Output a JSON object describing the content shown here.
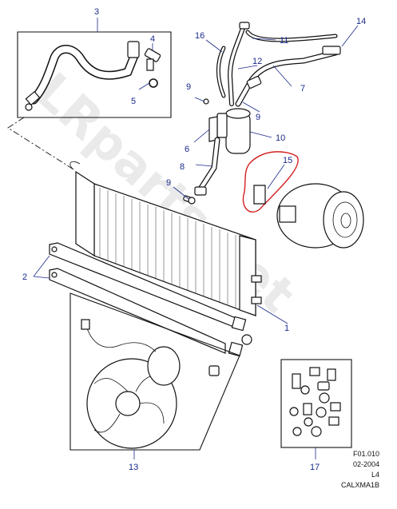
{
  "watermark": "LRparts.net",
  "callouts": {
    "c1": "1",
    "c2": "2",
    "c3": "3",
    "c4": "4",
    "c5": "5",
    "c6": "6",
    "c7": "7",
    "c8": "8",
    "c9a": "9",
    "c9b": "9",
    "c9c": "9",
    "c10": "10",
    "c11": "11",
    "c12": "12",
    "c13": "13",
    "c14": "14",
    "c15": "15",
    "c16": "16",
    "c17": "17"
  },
  "reference": {
    "line1": "F01.010",
    "line2": "02-2004",
    "line3": "L4",
    "line4": "CALXMA1B"
  },
  "highlight_color": "#d42020",
  "callout_color": "#1a2a8a"
}
